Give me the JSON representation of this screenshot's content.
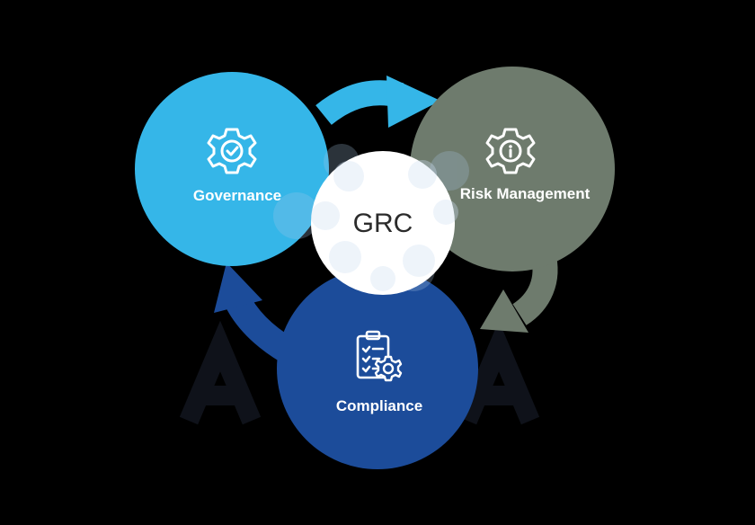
{
  "diagram": {
    "center": {
      "label": "GRC"
    },
    "nodes": [
      {
        "id": "governance",
        "label": "Governance",
        "icon": "gear-check-icon",
        "color": "#35b6e8"
      },
      {
        "id": "risk",
        "label": "Risk Management",
        "icon": "gear-info-icon",
        "color": "#6e7b6d"
      },
      {
        "id": "compliance",
        "label": "Compliance",
        "icon": "clipboard-gear-icon",
        "color": "#1c4c9a"
      }
    ],
    "cycle_arrows": [
      {
        "from": "governance",
        "to": "risk",
        "color": "#35b6e8"
      },
      {
        "from": "risk",
        "to": "compliance",
        "color": "#6e7b6d"
      },
      {
        "from": "compliance",
        "to": "governance",
        "color": "#1c4c9a"
      }
    ]
  },
  "colors": {
    "background": "#000000",
    "center_fill": "#ffffff",
    "center_text": "#2b2b2b",
    "icon_line": "#ffffff"
  }
}
